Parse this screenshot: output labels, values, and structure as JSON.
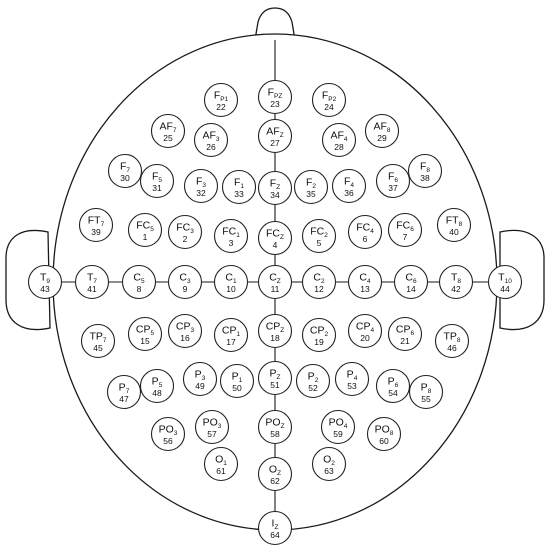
{
  "colors": {
    "outline": "#1a1a1a",
    "default": "#222222",
    "red": "#e3141b",
    "blue": "#1f6fc1",
    "green": "#1a9a3c"
  },
  "electrodes": [
    {
      "base": "F",
      "sub": "P1",
      "num": "22",
      "color": "default"
    },
    {
      "base": "F",
      "sub": "PZ",
      "num": "23",
      "color": "default"
    },
    {
      "base": "F",
      "sub": "P2",
      "num": "24",
      "color": "default"
    },
    {
      "base": "AF",
      "sub": "7",
      "num": "25",
      "color": "default"
    },
    {
      "base": "AF",
      "sub": "3",
      "num": "26",
      "color": "default"
    },
    {
      "base": "AF",
      "sub": "Z",
      "num": "27",
      "color": "default"
    },
    {
      "base": "AF",
      "sub": "4",
      "num": "28",
      "color": "default"
    },
    {
      "base": "AF",
      "sub": "8",
      "num": "29",
      "color": "default"
    },
    {
      "base": "F",
      "sub": "7",
      "num": "30",
      "color": "default"
    },
    {
      "base": "F",
      "sub": "5",
      "num": "31",
      "color": "default"
    },
    {
      "base": "F",
      "sub": "3",
      "num": "32",
      "color": "default"
    },
    {
      "base": "F",
      "sub": "1",
      "num": "33",
      "color": "default"
    },
    {
      "base": "F",
      "sub": "Z",
      "num": "34",
      "color": "red"
    },
    {
      "base": "F",
      "sub": "2",
      "num": "35",
      "color": "default"
    },
    {
      "base": "F",
      "sub": "4",
      "num": "36",
      "color": "default"
    },
    {
      "base": "F",
      "sub": "6",
      "num": "37",
      "color": "default"
    },
    {
      "base": "F",
      "sub": "8",
      "num": "38",
      "color": "default"
    },
    {
      "base": "FT",
      "sub": "7",
      "num": "39",
      "color": "default"
    },
    {
      "base": "FC",
      "sub": "5",
      "num": "1",
      "color": "default"
    },
    {
      "base": "FC",
      "sub": "3",
      "num": "2",
      "color": "blue"
    },
    {
      "base": "FC",
      "sub": "1",
      "num": "3",
      "color": "default"
    },
    {
      "base": "FC",
      "sub": "Z",
      "num": "4",
      "color": "default"
    },
    {
      "base": "FC",
      "sub": "2",
      "num": "5",
      "color": "default"
    },
    {
      "base": "FC",
      "sub": "4",
      "num": "6",
      "color": "green"
    },
    {
      "base": "FC",
      "sub": "6",
      "num": "7",
      "color": "default"
    },
    {
      "base": "FT",
      "sub": "8",
      "num": "40",
      "color": "default"
    },
    {
      "base": "T",
      "sub": "9",
      "num": "43",
      "color": "default"
    },
    {
      "base": "T",
      "sub": "7",
      "num": "41",
      "color": "blue"
    },
    {
      "base": "C",
      "sub": "5",
      "num": "8",
      "color": "default"
    },
    {
      "base": "C",
      "sub": "3",
      "num": "9",
      "color": "blue"
    },
    {
      "base": "C",
      "sub": "1",
      "num": "10",
      "color": "default"
    },
    {
      "base": "C",
      "sub": "Z",
      "num": "11",
      "color": "red"
    },
    {
      "base": "C",
      "sub": "2",
      "num": "12",
      "color": "default"
    },
    {
      "base": "C",
      "sub": "4",
      "num": "13",
      "color": "green"
    },
    {
      "base": "C",
      "sub": "6",
      "num": "14",
      "color": "default"
    },
    {
      "base": "T",
      "sub": "8",
      "num": "42",
      "color": "green"
    },
    {
      "base": "T",
      "sub": "10",
      "num": "44",
      "color": "default"
    },
    {
      "base": "TP",
      "sub": "7",
      "num": "45",
      "color": "default"
    },
    {
      "base": "CP",
      "sub": "5",
      "num": "15",
      "color": "default"
    },
    {
      "base": "CP",
      "sub": "3",
      "num": "16",
      "color": "blue"
    },
    {
      "base": "CP",
      "sub": "1",
      "num": "17",
      "color": "default"
    },
    {
      "base": "CP",
      "sub": "Z",
      "num": "18",
      "color": "default"
    },
    {
      "base": "CP",
      "sub": "2",
      "num": "19",
      "color": "default"
    },
    {
      "base": "CP",
      "sub": "4",
      "num": "20",
      "color": "green"
    },
    {
      "base": "CP",
      "sub": "6",
      "num": "21",
      "color": "default"
    },
    {
      "base": "TP",
      "sub": "8",
      "num": "46",
      "color": "default"
    },
    {
      "base": "P",
      "sub": "7",
      "num": "47",
      "color": "blue"
    },
    {
      "base": "P",
      "sub": "5",
      "num": "48",
      "color": "default"
    },
    {
      "base": "P",
      "sub": "3",
      "num": "49",
      "color": "blue"
    },
    {
      "base": "P",
      "sub": "1",
      "num": "50",
      "color": "default"
    },
    {
      "base": "P",
      "sub": "Z",
      "num": "51",
      "color": "default"
    },
    {
      "base": "P",
      "sub": "2",
      "num": "52",
      "color": "default"
    },
    {
      "base": "P",
      "sub": "4",
      "num": "53",
      "color": "green"
    },
    {
      "base": "P",
      "sub": "6",
      "num": "54",
      "color": "default"
    },
    {
      "base": "P",
      "sub": "8",
      "num": "55",
      "color": "green"
    },
    {
      "base": "PO",
      "sub": "3",
      "num": "56",
      "color": "default"
    },
    {
      "base": "PO",
      "sub": "3",
      "num": "57",
      "color": "default"
    },
    {
      "base": "PO",
      "sub": "Z",
      "num": "58",
      "color": "default"
    },
    {
      "base": "PO",
      "sub": "4",
      "num": "59",
      "color": "default"
    },
    {
      "base": "PO",
      "sub": "8",
      "num": "60",
      "color": "default"
    },
    {
      "base": "O",
      "sub": "1",
      "num": "61",
      "color": "default"
    },
    {
      "base": "O",
      "sub": "Z",
      "num": "62",
      "color": "default"
    },
    {
      "base": "O",
      "sub": "2",
      "num": "63",
      "color": "default"
    },
    {
      "base": "I",
      "sub": "Z",
      "num": "64",
      "color": "default"
    }
  ]
}
